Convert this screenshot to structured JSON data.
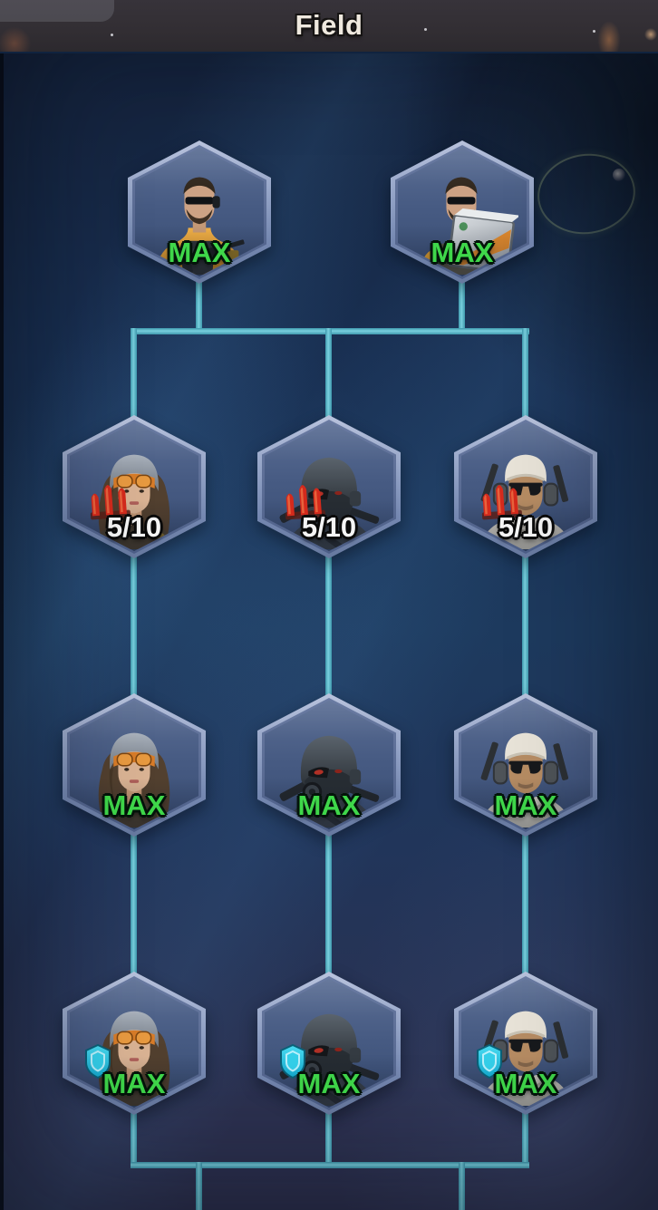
{
  "header": {
    "title": "Field"
  },
  "colors": {
    "accent_line": "#58bdd0",
    "max_green": "#3fd74a",
    "progress_white": "#f5f5f5",
    "ammo_red": "#d42a1c",
    "shield_cyan": "#35d0ea"
  },
  "tree": {
    "nodes": [
      {
        "id": "commando-rifle",
        "row": 0,
        "col": 0,
        "portrait": "portrait-commando",
        "label": "MAX",
        "label_type": "max",
        "badge": null
      },
      {
        "id": "engineer-crate",
        "row": 0,
        "col": 1,
        "portrait": "portrait-engineer",
        "label": "MAX",
        "label_type": "max",
        "badge": null
      },
      {
        "id": "pilot-tier1",
        "row": 1,
        "col": 0,
        "portrait": "portrait-pilot",
        "label": "5/10",
        "label_type": "progress",
        "badge": "ammo"
      },
      {
        "id": "gasmask-tier1",
        "row": 1,
        "col": 1,
        "portrait": "portrait-gasmask",
        "label": "5/10",
        "label_type": "progress",
        "badge": "ammo"
      },
      {
        "id": "scout-tier1",
        "row": 1,
        "col": 2,
        "portrait": "portrait-scout",
        "label": "5/10",
        "label_type": "progress",
        "badge": "ammo"
      },
      {
        "id": "pilot-tier2",
        "row": 2,
        "col": 0,
        "portrait": "portrait-pilot",
        "label": "MAX",
        "label_type": "max",
        "badge": null
      },
      {
        "id": "gasmask-tier2",
        "row": 2,
        "col": 1,
        "portrait": "portrait-gasmask",
        "label": "MAX",
        "label_type": "max",
        "badge": null
      },
      {
        "id": "scout-tier2",
        "row": 2,
        "col": 2,
        "portrait": "portrait-scout",
        "label": "MAX",
        "label_type": "max",
        "badge": null
      },
      {
        "id": "pilot-tier3",
        "row": 3,
        "col": 0,
        "portrait": "portrait-pilot",
        "label": "MAX",
        "label_type": "max",
        "badge": "shield"
      },
      {
        "id": "gasmask-tier3",
        "row": 3,
        "col": 1,
        "portrait": "portrait-gasmask",
        "label": "MAX",
        "label_type": "max",
        "badge": "shield"
      },
      {
        "id": "scout-tier3",
        "row": 3,
        "col": 2,
        "portrait": "portrait-scout",
        "label": "MAX",
        "label_type": "max",
        "badge": "shield"
      }
    ]
  },
  "icons": {
    "ammo": "ammo-icon",
    "shield": "shield-icon"
  }
}
